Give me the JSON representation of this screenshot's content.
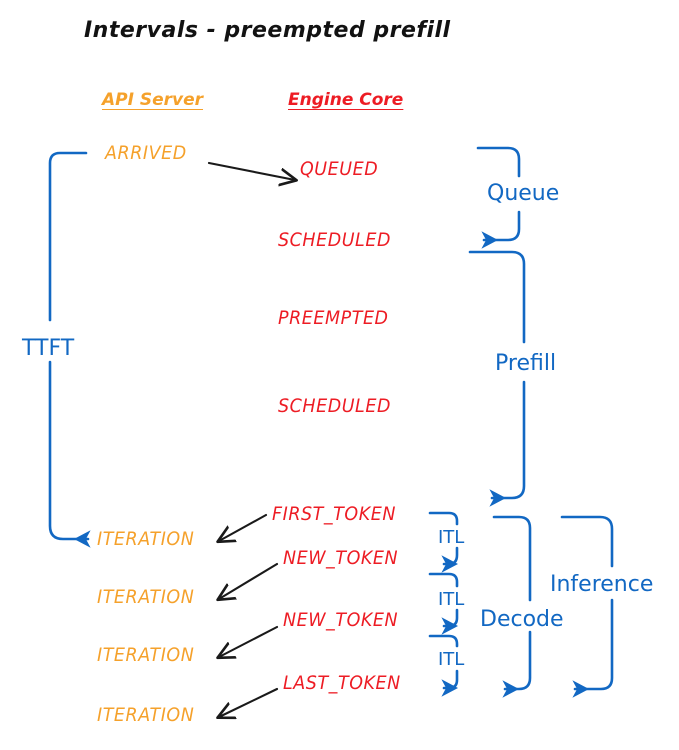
{
  "diagram": {
    "title": "Intervals - preempted prefill",
    "colors": {
      "api_server": "#F5A12B",
      "engine_core": "#ED1C24",
      "bracket_blue": "#1268C3",
      "arrow_black": "#1A1A1A",
      "background": "#FFFFFF"
    },
    "columns": [
      {
        "id": "api-server",
        "label": "API Server"
      },
      {
        "id": "engine-core",
        "label": "Engine Core"
      }
    ],
    "api_server_events": [
      {
        "id": "arrived",
        "label": "ARRIVED"
      },
      {
        "id": "iteration-1",
        "label": "ITERATION"
      },
      {
        "id": "iteration-2",
        "label": "ITERATION"
      },
      {
        "id": "iteration-3",
        "label": "ITERATION"
      },
      {
        "id": "iteration-4",
        "label": "ITERATION"
      }
    ],
    "engine_core_events": [
      {
        "id": "queued",
        "label": "QUEUED"
      },
      {
        "id": "scheduled-1",
        "label": "SCHEDULED"
      },
      {
        "id": "preempted",
        "label": "PREEMPTED"
      },
      {
        "id": "scheduled-2",
        "label": "SCHEDULED"
      },
      {
        "id": "first-token",
        "label": "FIRST_TOKEN"
      },
      {
        "id": "new-token-1",
        "label": "NEW_TOKEN"
      },
      {
        "id": "new-token-2",
        "label": "NEW_TOKEN"
      },
      {
        "id": "last-token",
        "label": "LAST_TOKEN"
      }
    ],
    "intervals": [
      {
        "id": "ttft",
        "label": "TTFT"
      },
      {
        "id": "queue",
        "label": "Queue"
      },
      {
        "id": "prefill",
        "label": "Prefill"
      },
      {
        "id": "itl-1",
        "label": "ITL"
      },
      {
        "id": "itl-2",
        "label": "ITL"
      },
      {
        "id": "itl-3",
        "label": "ITL"
      },
      {
        "id": "decode",
        "label": "Decode"
      },
      {
        "id": "inference",
        "label": "Inference"
      }
    ]
  }
}
